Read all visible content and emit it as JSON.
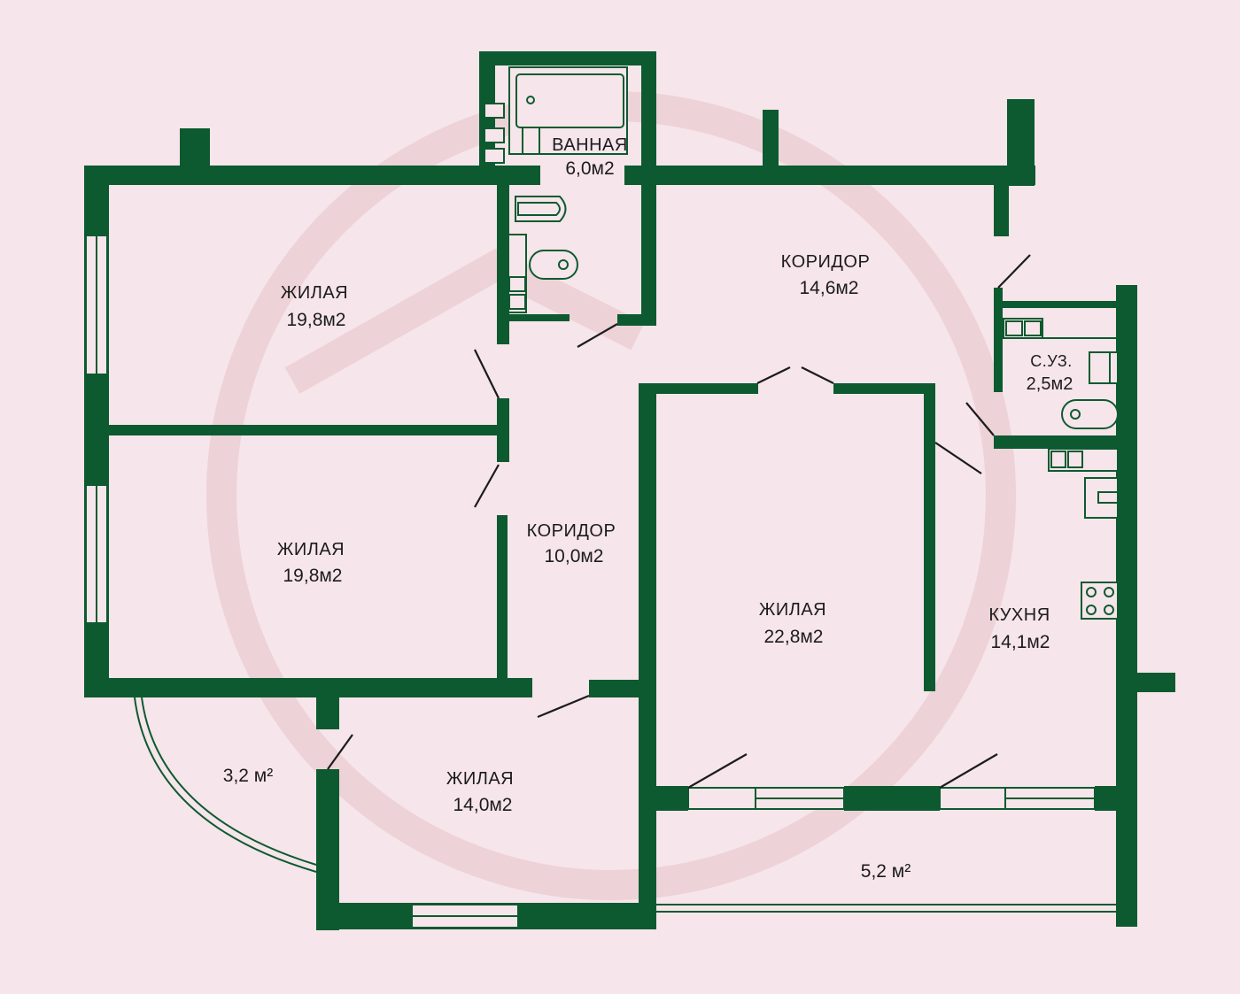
{
  "rooms": {
    "bath": {
      "name": "ВАННАЯ",
      "area": "6,0м2"
    },
    "corridor1": {
      "name": "КОРИДОР",
      "area": "14,6м2"
    },
    "living1": {
      "name": "ЖИЛАЯ",
      "area": "19,8м2"
    },
    "living2": {
      "name": "ЖИЛАЯ",
      "area": "19,8м2"
    },
    "corridor2": {
      "name": "КОРИДОР",
      "area": "10,0м2"
    },
    "wc": {
      "name": "С.УЗ.",
      "area": "2,5м2"
    },
    "living3": {
      "name": "ЖИЛАЯ",
      "area": "22,8м2"
    },
    "kitchen": {
      "name": "КУХНЯ",
      "area": "14,1м2"
    },
    "living4": {
      "name": "ЖИЛАЯ",
      "area": "14,0м2"
    }
  },
  "balconies": {
    "left": {
      "area": "3,2 м²"
    },
    "bottom": {
      "area": "5,2 м²"
    }
  },
  "colors": {
    "wall": "#0d5a30",
    "background": "#f6e5ea",
    "text": "#1c1c1c"
  }
}
